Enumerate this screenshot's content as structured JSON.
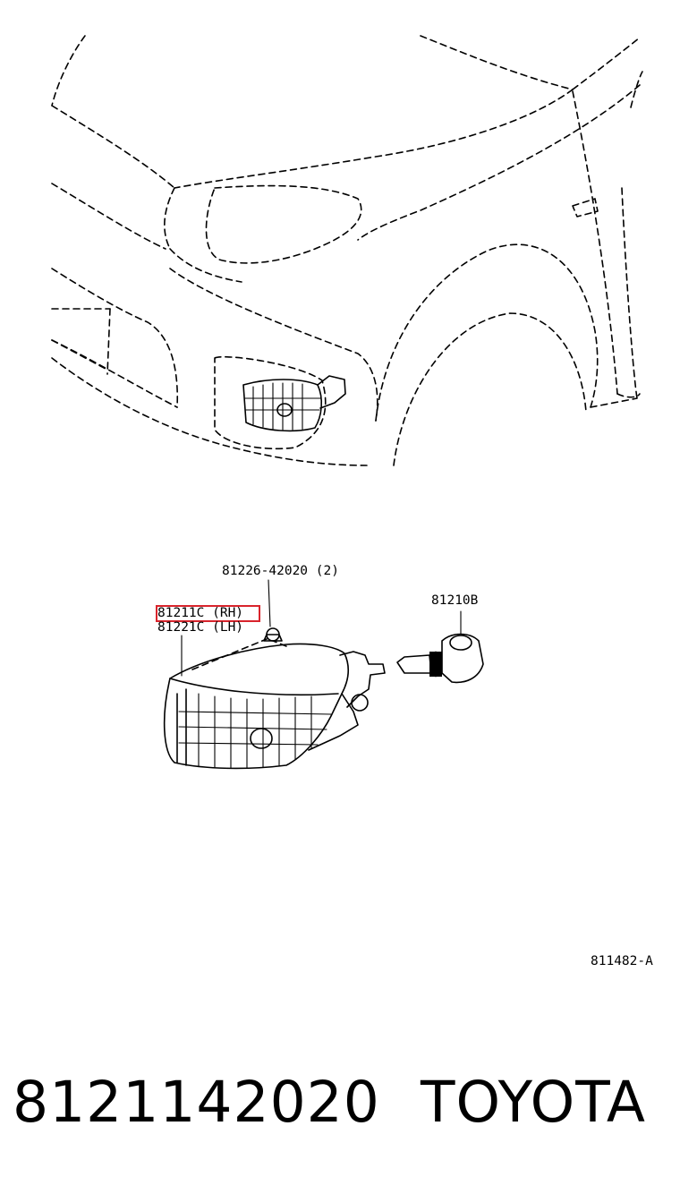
{
  "callouts": {
    "bolt": "81226-42020 (2)",
    "lamp_rh": "81211C (RH)",
    "lamp_lh": "81221C (LH)",
    "bulb": "81210B",
    "figure_code": "811482-A"
  },
  "footer": {
    "part_number": "8121142020",
    "brand": "TOYOTA"
  },
  "highlight_color": "#d9242c"
}
